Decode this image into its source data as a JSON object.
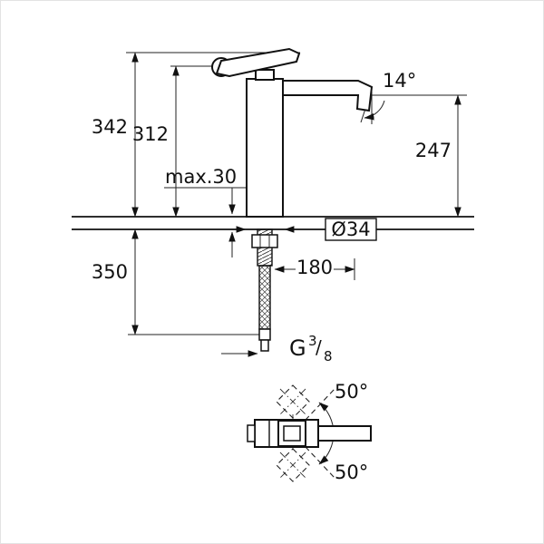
{
  "drawing": {
    "dimensions": {
      "total_height": "342",
      "upper_height": "312",
      "max_deck_thickness": "max.30",
      "spout_height": "247",
      "spout_angle": "14°",
      "hole_diameter": "Ø34",
      "hose_offset": "180",
      "below_deck_length": "350",
      "swivel_angle_upper": "50°",
      "swivel_angle_lower": "50°"
    },
    "thread": {
      "prefix": "G",
      "numerator": "3",
      "slash": "/",
      "denominator": "8"
    }
  }
}
